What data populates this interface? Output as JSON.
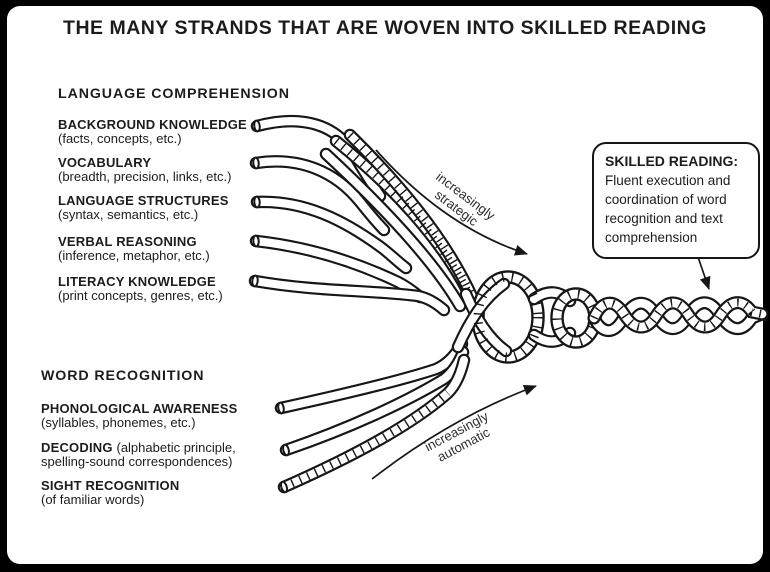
{
  "title": "THE MANY STRANDS THAT ARE WOVEN INTO SKILLED READING",
  "language_comprehension": {
    "header": "LANGUAGE COMPREHENSION",
    "items": [
      {
        "name": "BACKGROUND KNOWLEDGE",
        "detail": "(facts, concepts, etc.)"
      },
      {
        "name": "VOCABULARY",
        "detail": "(breadth, precision, links, etc.)"
      },
      {
        "name": "LANGUAGE STRUCTURES",
        "detail": "(syntax, semantics, etc.)"
      },
      {
        "name": "VERBAL REASONING",
        "detail": "(inference, metaphor, etc.)"
      },
      {
        "name": "LITERACY KNOWLEDGE",
        "detail": "(print concepts, genres, etc.)"
      }
    ]
  },
  "word_recognition": {
    "header": "WORD RECOGNITION",
    "items": [
      {
        "name": "PHONOLOGICAL AWARENESS",
        "detail": "(syllables, phonemes, etc.)"
      },
      {
        "name": "DECODING",
        "detail": "(alphabetic principle, spelling-sound correspondences)"
      },
      {
        "name": "SIGHT RECOGNITION",
        "detail": "(of familiar words)"
      }
    ]
  },
  "arrow_top": {
    "line1": "increasingly",
    "line2": "strategic"
  },
  "arrow_bottom": {
    "line1": "increasingly",
    "line2": "automatic"
  },
  "skilled_reading": {
    "title": "SKILLED READING:",
    "body": "Fluent execution and coordination of word recognition and text comprehension"
  },
  "colors": {
    "ink": "#1c1c1c",
    "background": "#ffffff",
    "frame": "#000000"
  }
}
